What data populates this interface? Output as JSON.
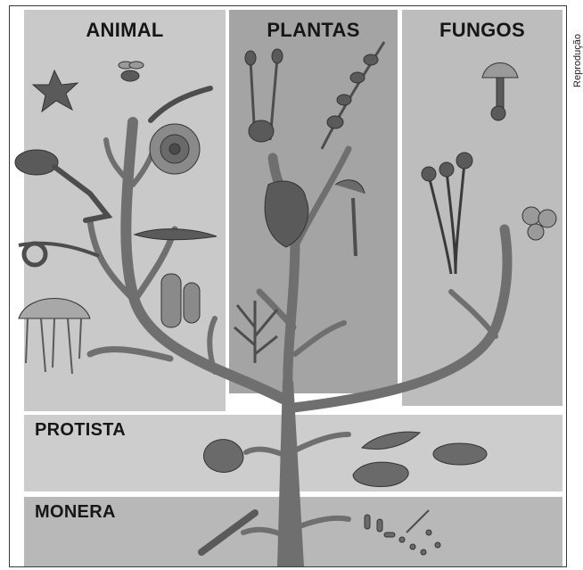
{
  "diagram": {
    "kingdoms": {
      "animal": "ANIMAL",
      "plantas": "PLANTAS",
      "fungos": "FUNGOS",
      "protista": "PROTISTA",
      "monera": "MONERA"
    },
    "credit": "Reprodução",
    "colors": {
      "animal_panel": "#c9c9c9",
      "plantas_panel": "#a4a4a4",
      "fungos_panel": "#bdbdbd",
      "protista_band": "#cdcdcd",
      "monera_band": "#b8b8b8",
      "tree": "#6f6f6f",
      "organism": "#4d4d4d"
    }
  }
}
